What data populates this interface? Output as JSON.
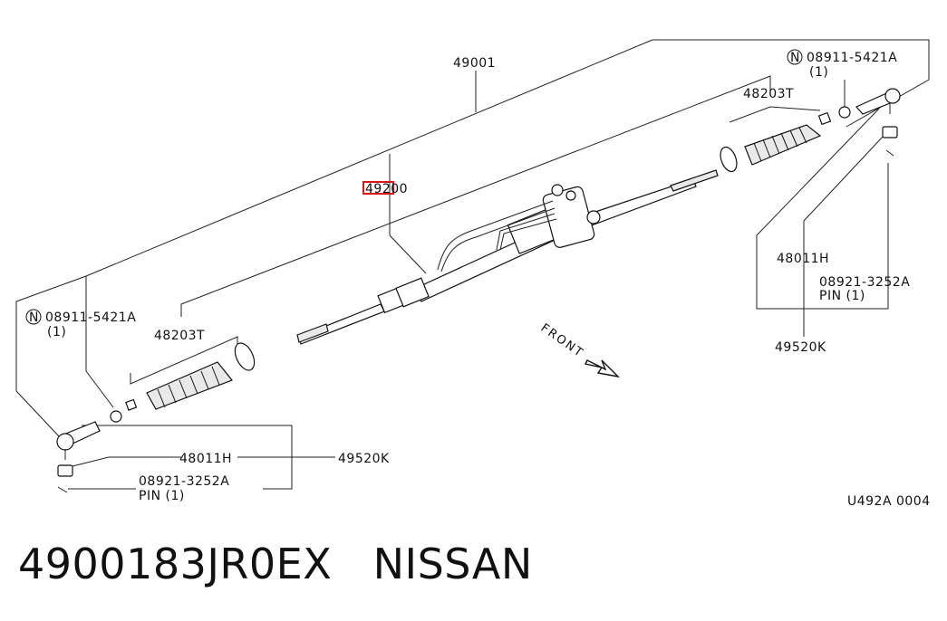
{
  "parts": {
    "main_assembly": "49001",
    "highlighted": "49200",
    "boot_right": "48203T",
    "boot_left": "48203T",
    "nut_right": "08911-5421A",
    "nut_right_qty": "(1)",
    "nut_left": "08911-5421A",
    "nut_left_qty": "(1)",
    "tie_rod_end_right": "48011H",
    "tie_rod_end_left": "48011H",
    "outer_socket_right": "49520K",
    "outer_socket_left": "49520K",
    "pin_right": "08921-3252A",
    "pin_right_label": "PIN (1)",
    "pin_left": "08921-3252A",
    "pin_left_label": "PIN (1)",
    "nut_symbol": "N"
  },
  "direction_label": "FRONT",
  "diagram_code": "U492A 0004",
  "footer": {
    "part_number": "4900183JR0EX",
    "brand": "NISSAN"
  },
  "colors": {
    "highlight": "#d9141b"
  }
}
